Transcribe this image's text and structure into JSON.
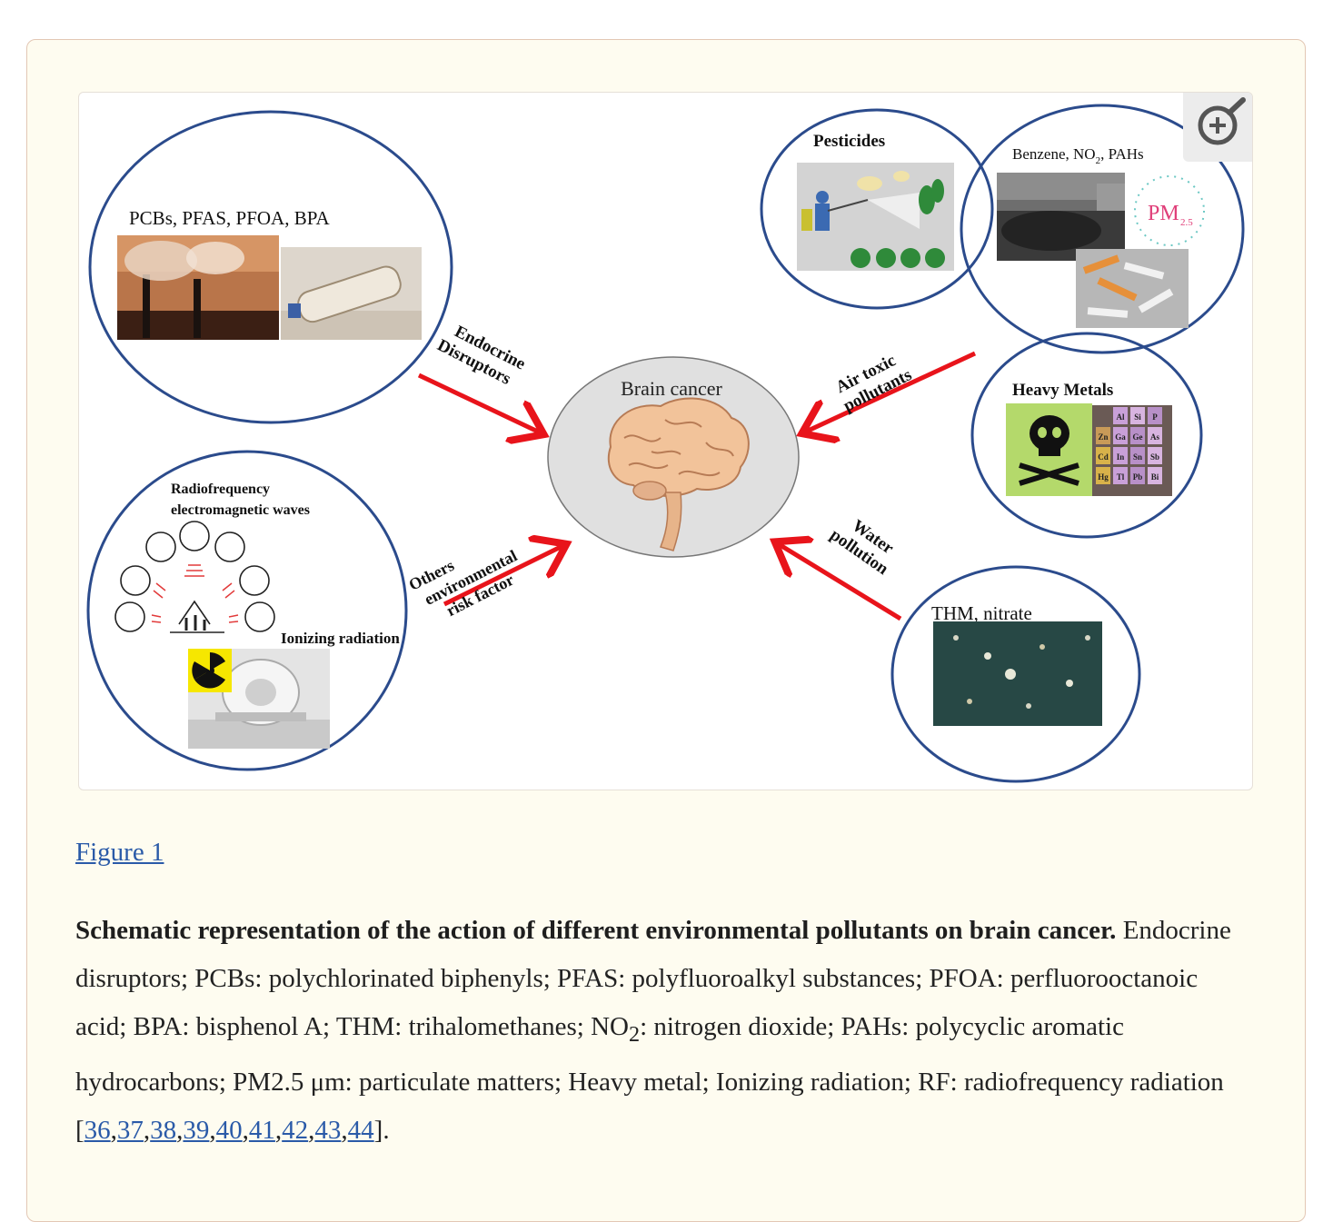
{
  "figure": {
    "link_label": "Figure 1",
    "zoom_icon": "zoom-in-icon",
    "labels": {
      "pcbs": "PCBs, PFAS, PFOA, BPA",
      "endocrine_1": "Endocrine",
      "endocrine_2": "Disruptors",
      "brain": "Brain cancer",
      "pesticides": "Pesticides",
      "benzene_a": "Benzene, NO",
      "benzene_sub": "2",
      "benzene_b": ", PAHs",
      "pm": "PM",
      "pm_sub": "2.5",
      "air_1": "Air toxic",
      "air_2": "pollutants",
      "heavy": "Heavy Metals",
      "radio_1": "Radiofrequency",
      "radio_2": "electromagnetic waves",
      "others_1": "Others",
      "others_2": "environmental",
      "others_3": "risk factor",
      "ionizing": "Ionizing radiation",
      "water_1": "Water",
      "water_2": "pollution",
      "thm": "THM, nitrate"
    },
    "elements": [
      "Al",
      "Si",
      "P",
      "Zn",
      "Ga",
      "Ge",
      "As",
      "Cd",
      "In",
      "Sn",
      "Sb",
      "Hg",
      "Tl",
      "Pb",
      "Bi"
    ]
  },
  "caption": {
    "title": "Schematic representation of the action of different environmental pollutants on brain cancer.",
    "text_1": " Endocrine disruptors; PCBs: polychlorinated biphenyls; PFAS: polyfluoroalkyl substances; PFOA: perfluorooctanoic acid; BPA: bisphenol A; THM: trihalomethanes; NO",
    "sub_2": "2",
    "text_2": ": nitrogen dioxide; PAHs: polycyclic aromatic hydrocarbons; PM2.5 μm: particulate matters; Heavy metal; Ionizing radiation; RF: radiofrequency radiation [",
    "refs": [
      "36",
      "37",
      "38",
      "39",
      "40",
      "41",
      "42",
      "43",
      "44"
    ],
    "end": "]."
  }
}
